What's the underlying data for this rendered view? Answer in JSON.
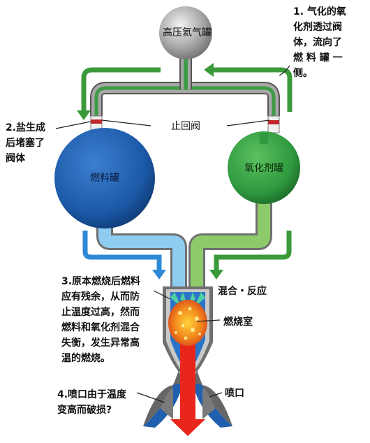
{
  "tanks": {
    "helium": "高压氦气罐",
    "fuel": "燃料罐",
    "oxidizer": "氧化剂罐"
  },
  "labels": {
    "check_valve": "止回阀",
    "mixing": "混合・反应",
    "chamber": "燃烧室",
    "nozzle": "喷口"
  },
  "notes": {
    "n1": "1. 气化的氧\n化剂透过阀\n体，流向了\n燃 料 罐 一\n侧。",
    "n2": "2.盐生成\n后堵塞了\n阀体",
    "n3": "3.原本燃烧后燃料\n应有残余，从而防\n止温度过高，然而\n燃料和氧化剂混合\n失衡，发生异常高\n温的燃烧。",
    "n4": "4.喷口由于温度\n变高而破损?"
  },
  "colors": {
    "fuel_blue": "#1c5aa8",
    "fuel_pipe": "#8fcdf0",
    "oxidizer_green": "#2f9a40",
    "oxidizer_pipe": "#8dcb6a",
    "helium_pipe": "#3e9b45",
    "arrow_green": "#3a9a3a",
    "arrow_blue": "#2e8ad6",
    "exhaust_red": "#e8261c",
    "valve_red": "#c0262a"
  }
}
